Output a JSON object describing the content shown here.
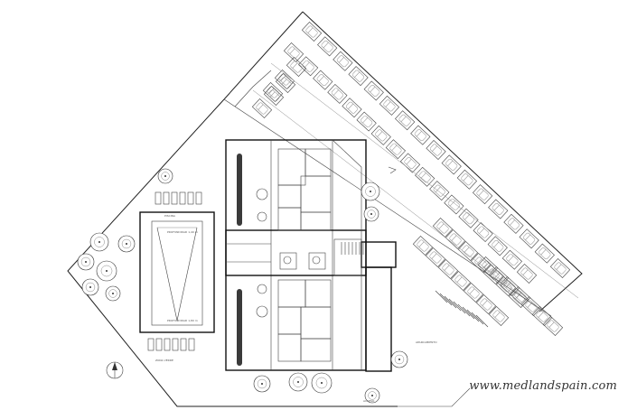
{
  "watermark": {
    "text": "www.medlandspain.com"
  },
  "labels": {
    "pool_label": "PISCINA",
    "pool_end_a": "PROFUNDIDAD 1,40 m",
    "pool_end_b": "PROFUNDIDAD 1,80 m",
    "parking_label": "APARCAMIENTO",
    "garden_label": "ZONA VERDE",
    "access_label": "ACCESO"
  },
  "colors": {
    "lines": "#222222",
    "hedge": "#3a3a3a",
    "background": "#ffffff"
  },
  "icons": {
    "compass": "north-arrow-icon"
  }
}
